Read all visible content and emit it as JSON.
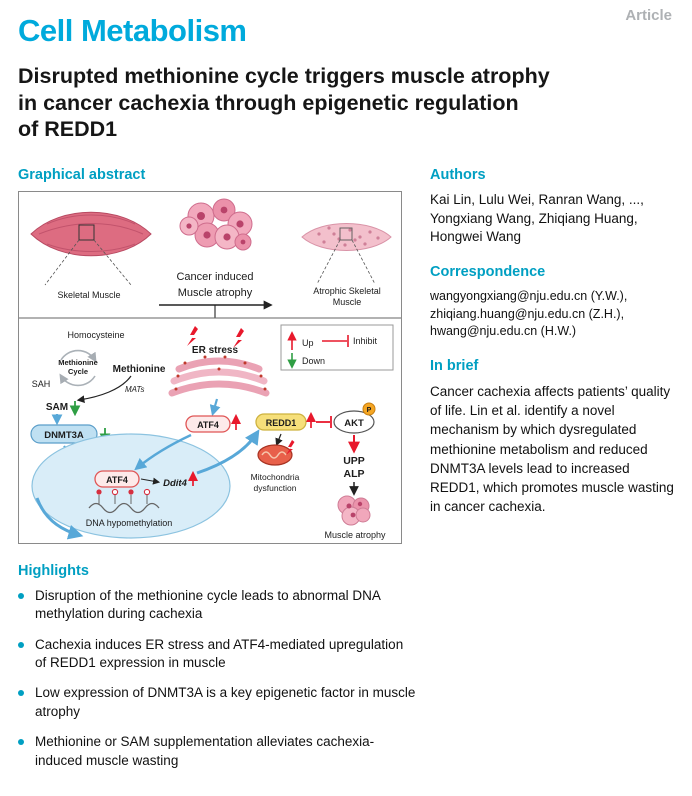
{
  "colors": {
    "accent_logo": "#00aadc",
    "accent_headings": "#009fc2",
    "article_gray": "#aeb1b4",
    "red": "#e8192c",
    "green": "#2f9e44",
    "blue": "#3f97cc"
  },
  "header": {
    "journal": "Cell Metabolism",
    "article_label": "Article"
  },
  "title": {
    "lines": [
      "Disrupted methionine cycle triggers muscle atrophy",
      "in cancer cachexia through epigenetic regulation",
      "of REDD1"
    ]
  },
  "graphical_abstract": {
    "heading": "Graphical abstract",
    "labels": {
      "skeletal_muscle": "Skeletal Muscle",
      "cancer_induced": "Cancer induced",
      "muscle_atrophy": "Muscle atrophy",
      "atrophic_line1": "Atrophic Skeletal",
      "atrophic_line2": "Muscle",
      "legend_up": "Up",
      "legend_down": "Down",
      "legend_inhibit": "Inhibit",
      "homocysteine": "Homocysteine",
      "cycle_line1": "Methionine",
      "cycle_line2": "Cycle",
      "sah": "SAH",
      "methionine": "Methionine",
      "mats": "MATs",
      "sam": "SAM",
      "dnmt3a": "DNMT3A",
      "er_stress": "ER stress",
      "atf4_er": "ATF4",
      "redd1": "REDD1",
      "akt": "AKT",
      "phospho": "P",
      "upp": "UPP",
      "alp": "ALP",
      "mito_line1": "Mitochondria",
      "mito_line2": "dysfunction",
      "muscle_atrophy_label": "Muscle atrophy",
      "atf4_nucleus": "ATF4",
      "ddit4": "Ddit4",
      "dna_hypomethylation": "DNA hypomethylation"
    }
  },
  "authors": {
    "heading": "Authors",
    "lines": [
      "Kai Lin, Lulu Wei, Ranran Wang, ...,",
      "Yongxiang Wang, Zhiqiang Huang,",
      "Hongwei Wang"
    ]
  },
  "correspondence": {
    "heading": "Correspondence",
    "lines": [
      "wangyongxiang@nju.edu.cn (Y.W.),",
      "zhiqiang.huang@nju.edu.cn (Z.H.),",
      "hwang@nju.edu.cn (H.W.)"
    ]
  },
  "in_brief": {
    "heading": "In brief",
    "text": "Cancer cachexia affects patients’ quality of life. Lin et al. identify a novel mechanism by which dysregulated methionine metabolism and reduced DNMT3A levels lead to increased REDD1, which promotes muscle wasting in cancer cachexia."
  },
  "highlights": {
    "heading": "Highlights",
    "items": [
      "Disruption of the methionine cycle leads to abnormal DNA methylation during cachexia",
      "Cachexia induces ER stress and ATF4-mediated upregulation of REDD1 expression in muscle",
      "Low expression of DNMT3A is a key epigenetic factor in muscle atrophy",
      "Methionine or SAM supplementation alleviates cachexia-induced muscle wasting"
    ]
  }
}
